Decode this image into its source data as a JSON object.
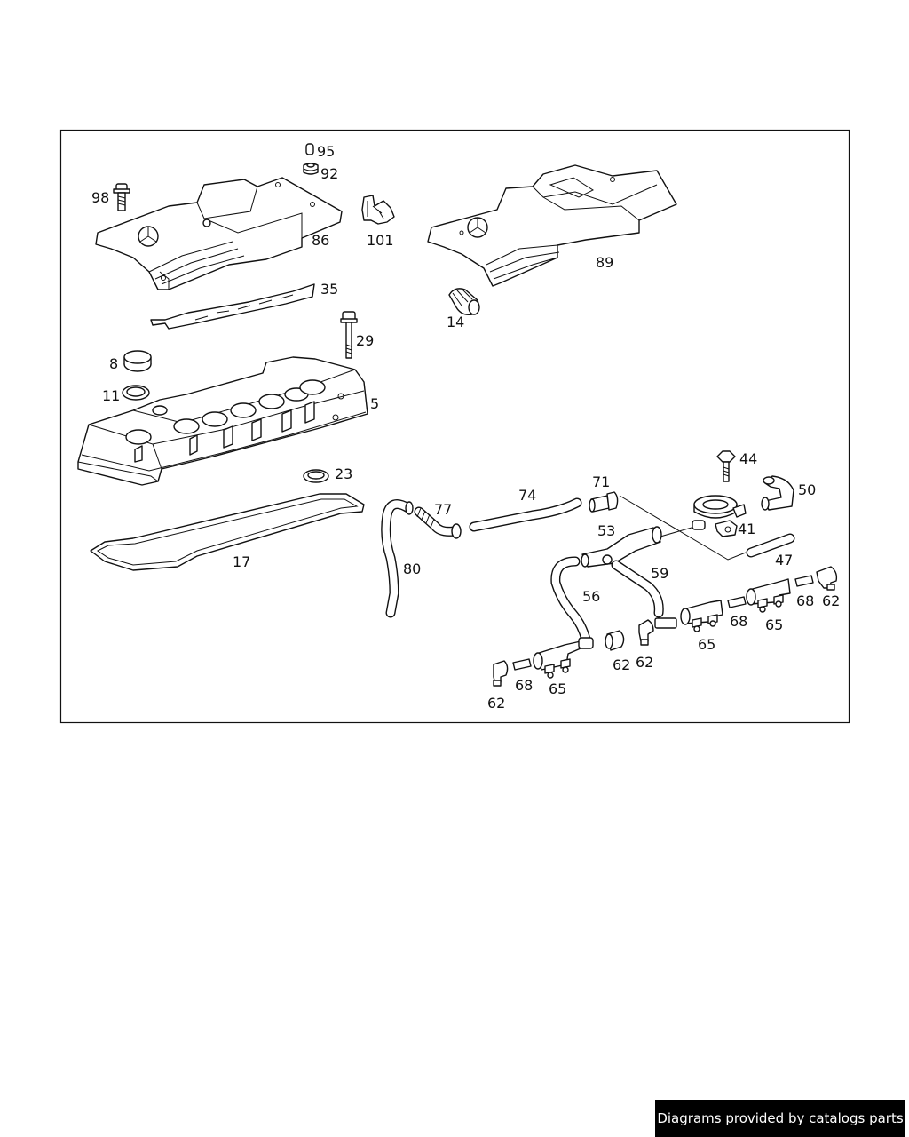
{
  "footer": {
    "text": "Diagrams provided by catalogs parts"
  },
  "callouts": [
    {
      "id": "95",
      "text": "95"
    },
    {
      "id": "92",
      "text": "92"
    },
    {
      "id": "98",
      "text": "98"
    },
    {
      "id": "86",
      "text": "86"
    },
    {
      "id": "101",
      "text": "101"
    },
    {
      "id": "89",
      "text": "89"
    },
    {
      "id": "35",
      "text": "35"
    },
    {
      "id": "14",
      "text": "14"
    },
    {
      "id": "29",
      "text": "29"
    },
    {
      "id": "8",
      "text": "8"
    },
    {
      "id": "11",
      "text": "11"
    },
    {
      "id": "5",
      "text": "5"
    },
    {
      "id": "23",
      "text": "23"
    },
    {
      "id": "17",
      "text": "17"
    },
    {
      "id": "80",
      "text": "80"
    },
    {
      "id": "77",
      "text": "77"
    },
    {
      "id": "74",
      "text": "74"
    },
    {
      "id": "71",
      "text": "71"
    },
    {
      "id": "44",
      "text": "44"
    },
    {
      "id": "50",
      "text": "50"
    },
    {
      "id": "41",
      "text": "41"
    },
    {
      "id": "53",
      "text": "53"
    },
    {
      "id": "47",
      "text": "47"
    },
    {
      "id": "59",
      "text": "59"
    },
    {
      "id": "56",
      "text": "56"
    },
    {
      "id": "68a",
      "text": "68"
    },
    {
      "id": "62a",
      "text": "62"
    },
    {
      "id": "68b",
      "text": "68"
    },
    {
      "id": "65a",
      "text": "65"
    },
    {
      "id": "65b",
      "text": "65"
    },
    {
      "id": "62b",
      "text": "62"
    },
    {
      "id": "62c",
      "text": "62"
    },
    {
      "id": "68c",
      "text": "68"
    },
    {
      "id": "65c",
      "text": "65"
    },
    {
      "id": "62d",
      "text": "62"
    }
  ]
}
